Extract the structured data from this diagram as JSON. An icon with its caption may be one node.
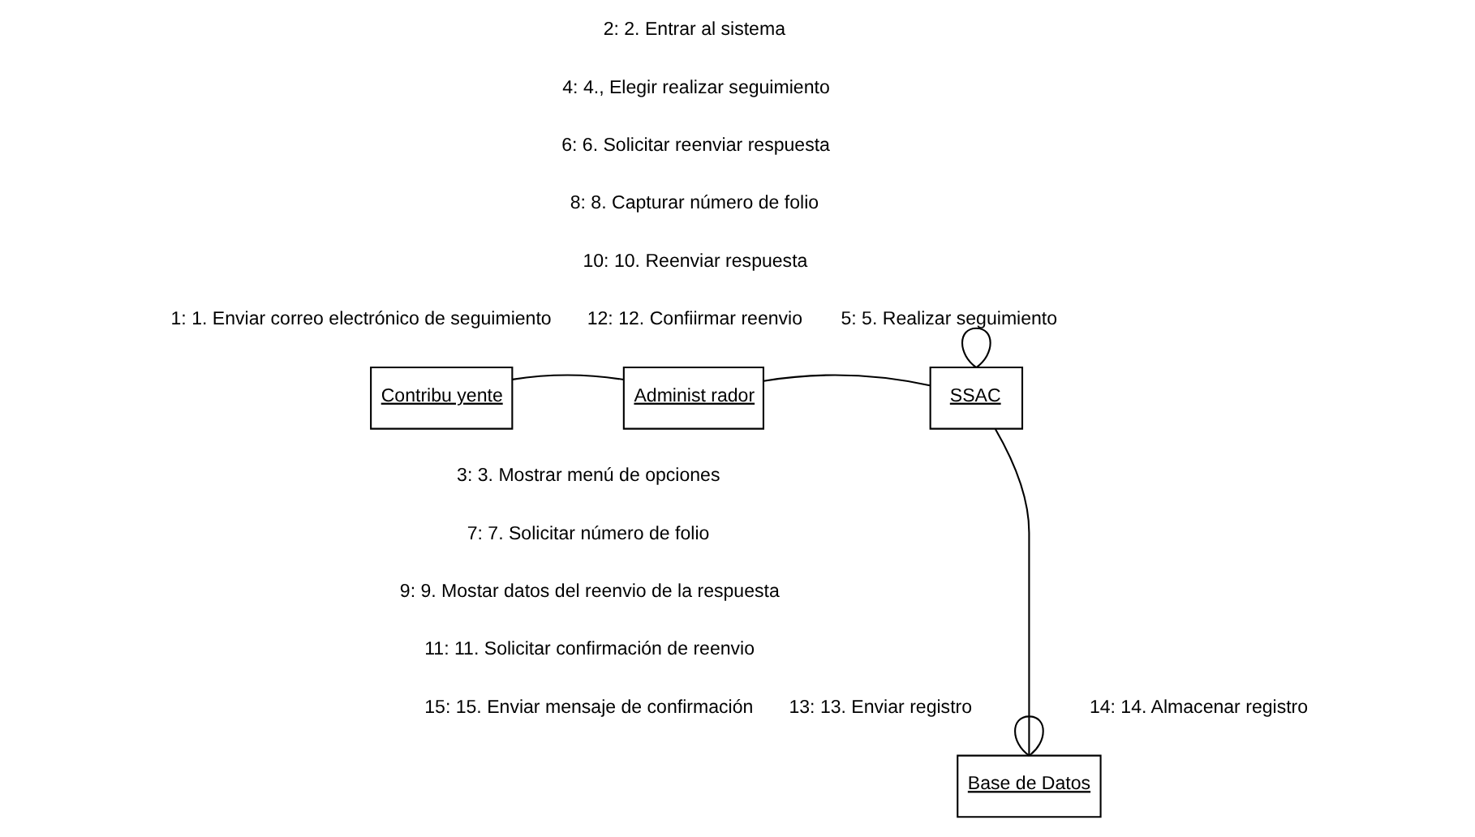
{
  "diagram": {
    "nodes": [
      {
        "text": [
          "Contribu yente"
        ]
      },
      {
        "text": [
          "Administ rador"
        ]
      },
      {
        "text": [
          "SSAC"
        ]
      },
      {
        "text": [
          "Base de Datos"
        ]
      }
    ],
    "edges": [
      {
        "from": 0,
        "to": 1,
        "arrow": "none"
      },
      {
        "from": 1,
        "to": 2,
        "arrow": "none"
      },
      {
        "from": 2,
        "to": 2,
        "arrow": "none"
      },
      {
        "from": 2,
        "to": 3,
        "arrow": "none"
      },
      {
        "from": 3,
        "to": 3,
        "arrow": "none"
      }
    ],
    "labels": [
      "2: 2. Entrar al sistema",
      "4: 4., Elegir realizar seguimiento",
      "6: 6. Solicitar reenviar respuesta",
      "8: 8. Capturar número de folio",
      "10: 10. Reenviar respuesta",
      "12: 12. Confiirmar reenvio",
      "5: 5. Realizar seguimiento",
      "1: 1. Enviar correo electrónico de seguimiento",
      "3: 3. Mostrar menú de opciones",
      "7: 7. Solicitar número de folio",
      "9: 9. Mostar datos del reenvio de la respuesta",
      "11: 11. Solicitar confirmación de reenvio",
      "15: 15. Enviar mensaje de confirmación",
      "14: 14. Almacenar registro",
      "13: 13. Enviar registro"
    ]
  }
}
